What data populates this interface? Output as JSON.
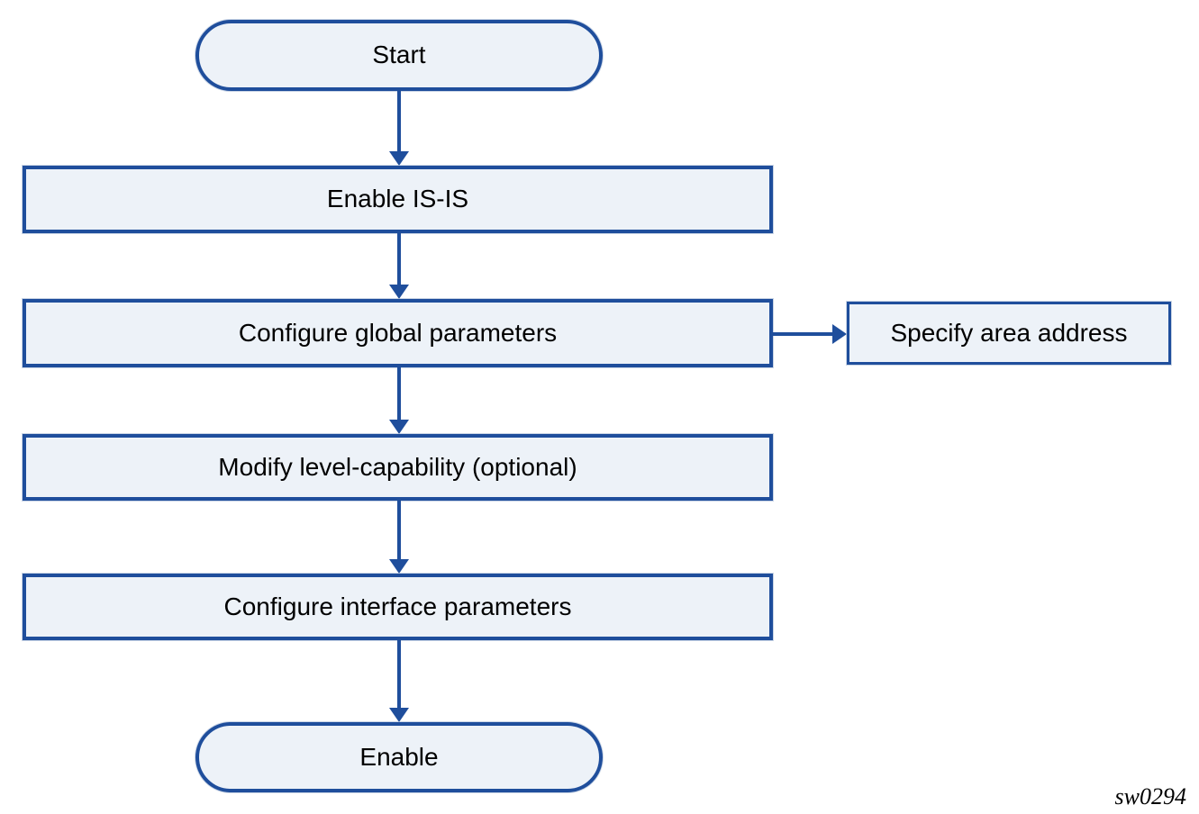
{
  "figure_label": "sw0294",
  "colors": {
    "node_border": "#1f4e9c",
    "node_fill": "#edf2f8",
    "arrow": "#1f4e9c",
    "text": "#000000"
  },
  "nodes": {
    "start": {
      "label": "Start",
      "type": "terminator"
    },
    "enable_isis": {
      "label": "Enable IS-IS",
      "type": "process"
    },
    "configure_global": {
      "label": "Configure global parameters",
      "type": "process"
    },
    "specify_area": {
      "label": "Specify area address",
      "type": "process"
    },
    "modify_level": {
      "label": "Modify level-capability (optional)",
      "type": "process"
    },
    "configure_interface": {
      "label": "Configure interface parameters",
      "type": "process"
    },
    "enable": {
      "label": "Enable",
      "type": "terminator"
    }
  },
  "edges": [
    {
      "from": "start",
      "to": "enable_isis",
      "direction": "down"
    },
    {
      "from": "enable_isis",
      "to": "configure_global",
      "direction": "down"
    },
    {
      "from": "configure_global",
      "to": "specify_area",
      "direction": "right"
    },
    {
      "from": "configure_global",
      "to": "modify_level",
      "direction": "down"
    },
    {
      "from": "modify_level",
      "to": "configure_interface",
      "direction": "down"
    },
    {
      "from": "configure_interface",
      "to": "enable",
      "direction": "down"
    }
  ]
}
